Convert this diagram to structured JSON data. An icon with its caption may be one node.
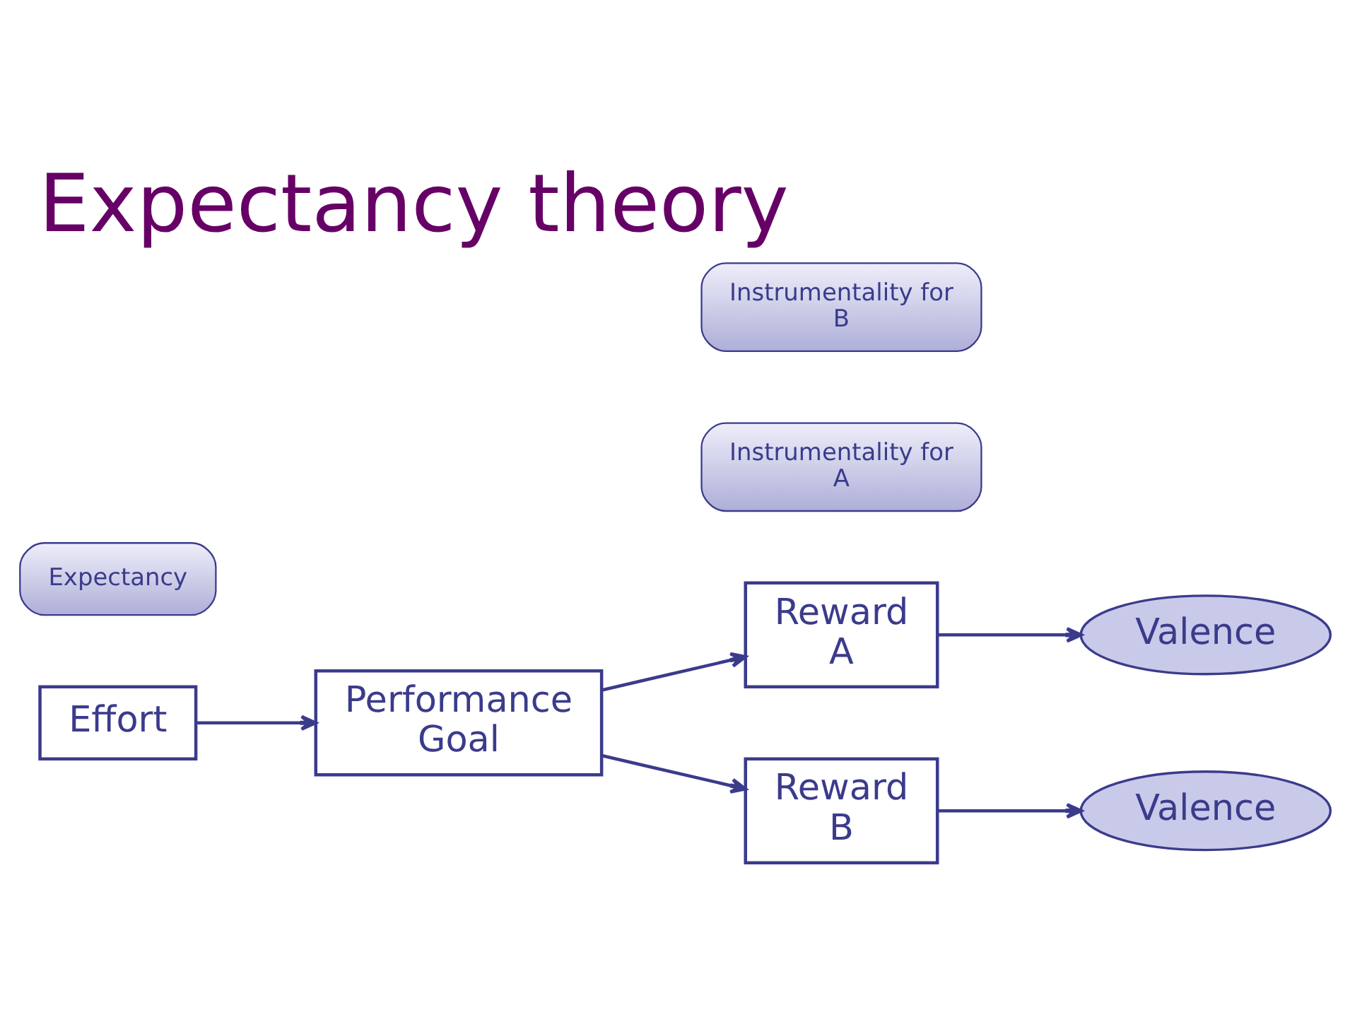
{
  "diagram": {
    "title": "Expectancy theory",
    "nodes": [
      {
        "text": [
          "Effort"
        ]
      },
      {
        "text": [
          "Performance Goal"
        ]
      },
      {
        "text": [
          "Reward A"
        ]
      },
      {
        "text": [
          "Reward B"
        ]
      },
      {
        "text": [
          "Valence"
        ]
      },
      {
        "text": [
          "Valence"
        ]
      },
      {
        "text": [
          "Expectancy"
        ]
      },
      {
        "text": [
          "Instrumentality for A"
        ]
      },
      {
        "text": [
          "Instrumentality for B"
        ]
      }
    ],
    "edges": [
      {
        "from": 0,
        "to": 1,
        "arrow": "to"
      },
      {
        "from": 1,
        "to": 2,
        "arrow": "to"
      },
      {
        "from": 1,
        "to": 3,
        "arrow": "to"
      },
      {
        "from": 2,
        "to": 4,
        "arrow": "to"
      },
      {
        "from": 3,
        "to": 5,
        "arrow": "to"
      }
    ]
  }
}
